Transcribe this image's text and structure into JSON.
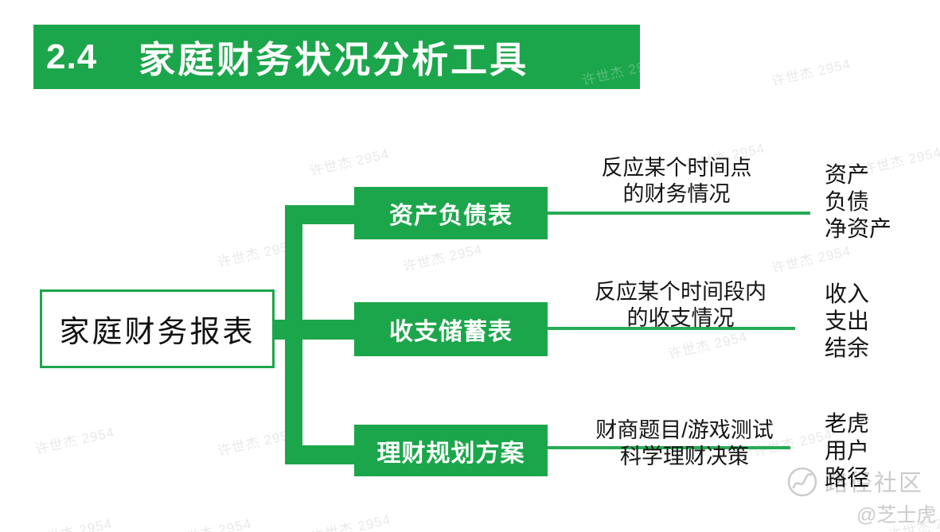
{
  "slide": {
    "title": {
      "section_number": "2.4",
      "title_text": "家庭财务状况分析工具"
    },
    "root": {
      "label": "家庭财务报表"
    },
    "branches": [
      {
        "label": "资产负债表",
        "note_line1": "反应某个时间点",
        "note_line2": "的财务情况",
        "items": [
          "资产",
          "负债",
          "净资产"
        ]
      },
      {
        "label": "收支储蓄表",
        "note_line1": "反应某个时间段内",
        "note_line2": "的收支情况",
        "items": [
          "收入",
          "支出",
          "结余"
        ]
      },
      {
        "label": "理财规划方案",
        "note_line1": "财商题目/游戏测试",
        "note_line2": "科学理财决策",
        "items": [
          "老虎",
          "用户",
          "路径"
        ]
      }
    ],
    "watermark_text": "许世杰 2954",
    "footer": {
      "community": "路径社区",
      "handle": "@芝士虎"
    },
    "colors": {
      "green": "#1CA64B",
      "line_green": "#27AB56",
      "watermark_gray": "#E9E9E9",
      "footer_gray": "#CBCBCB"
    }
  }
}
